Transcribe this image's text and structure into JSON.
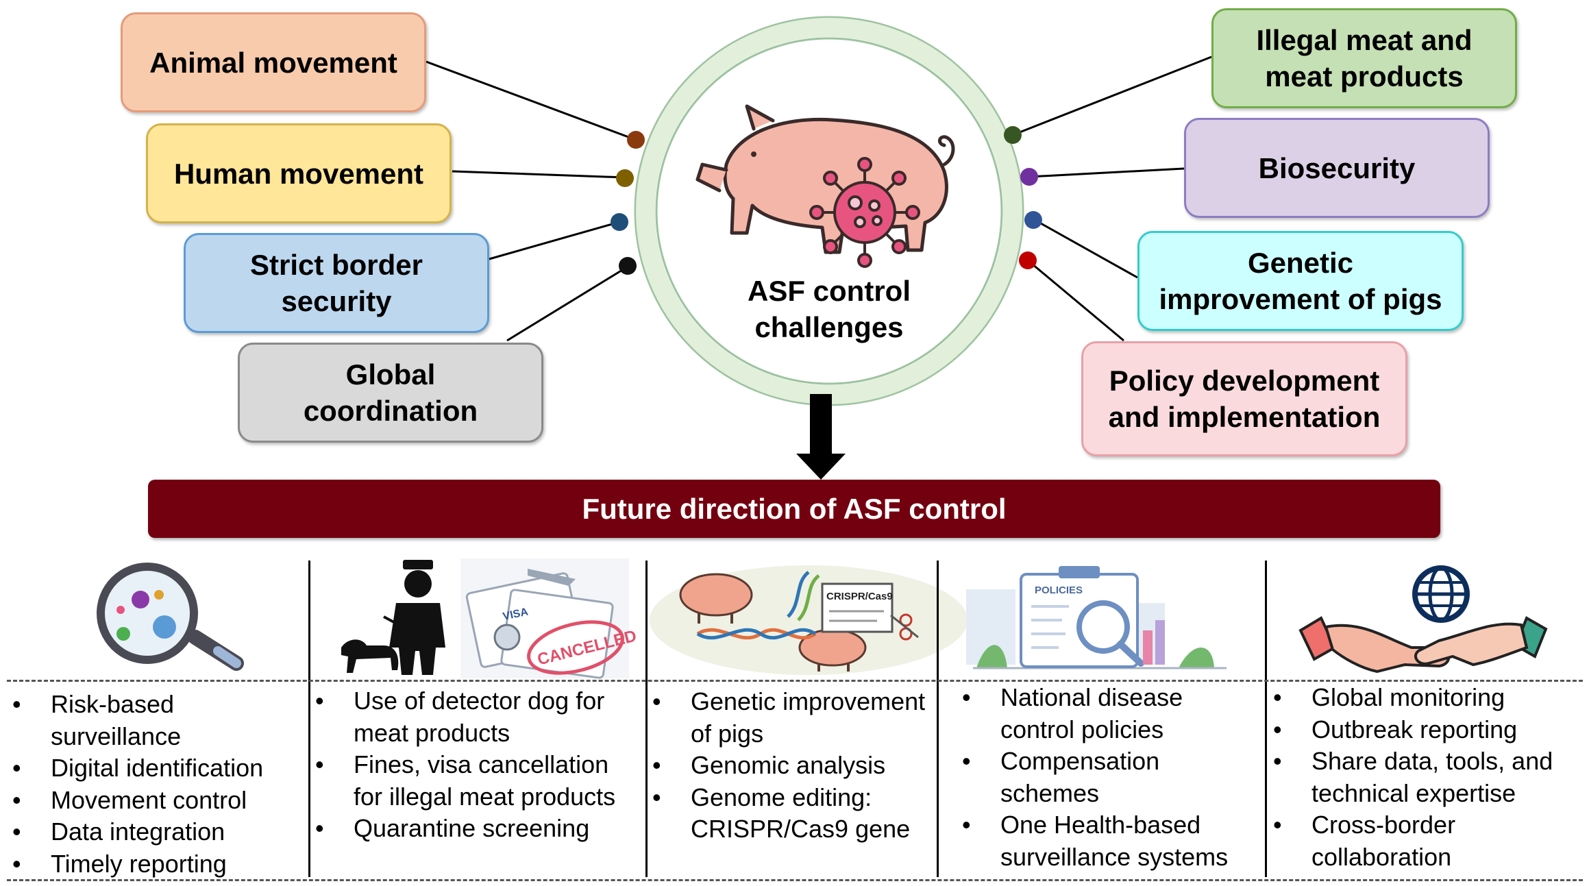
{
  "challenges_title": "ASF control challenges",
  "left_boxes": [
    {
      "id": "animal",
      "lines": [
        "Animal movement"
      ],
      "color": "#f8cbad",
      "border": "#e49b7a",
      "dot": "#8b3a0e"
    },
    {
      "id": "human",
      "lines": [
        "Human movement"
      ],
      "color": "#ffe699",
      "border": "#d4b24a",
      "dot": "#7f6000"
    },
    {
      "id": "border",
      "lines": [
        "Strict border",
        "security"
      ],
      "color": "#bdd7ee",
      "border": "#5b9bd5",
      "dot": "#1f4e79"
    },
    {
      "id": "global",
      "lines": [
        "Global",
        "coordination"
      ],
      "color": "#d9d9d9",
      "border": "#8a8a8a",
      "dot": "#111111"
    }
  ],
  "right_boxes": [
    {
      "id": "illegal",
      "lines": [
        "Illegal meat and",
        "meat products"
      ],
      "color": "#c5e0b4",
      "border": "#70ad47",
      "dot": "#375623"
    },
    {
      "id": "biosecurity",
      "lines": [
        "Biosecurity"
      ],
      "color": "#dcd0e6",
      "border": "#8e7cc3",
      "dot": "#7030a0"
    },
    {
      "id": "genetic",
      "lines": [
        "Genetic",
        "improvement of pigs"
      ],
      "color": "#ccffff",
      "border": "#33cccc",
      "dot": "#2f5597"
    },
    {
      "id": "policy",
      "lines": [
        "Policy development",
        "and implementation"
      ],
      "color": "#fadadd",
      "border": "#e8a0a8",
      "dot": "#c00000"
    }
  ],
  "banner_text": "Future direction of ASF control",
  "columns": [
    {
      "id": "surveillance",
      "items": [
        "Risk-based surveillance",
        "Digital identification",
        "Movement control",
        "Data integration",
        "Timely reporting"
      ]
    },
    {
      "id": "border-control",
      "items": [
        "Use of detector dog for meat products",
        "Fines, visa cancellation for illegal meat products",
        "Quarantine screening"
      ]
    },
    {
      "id": "genetics",
      "items": [
        "Genetic improvement  of pigs",
        "Genomic analysis",
        "Genome editing: CRISPR/Cas9 gene"
      ]
    },
    {
      "id": "policies",
      "items": [
        "National disease control policies",
        "Compensation schemes",
        "One Health-based surveillance systems"
      ]
    },
    {
      "id": "global",
      "items": [
        "Global monitoring",
        "Outbreak  reporting",
        "Share data, tools, and technical expertise",
        "Cross-border collaboration"
      ]
    }
  ],
  "icon_labels": {
    "visa": "VISA",
    "cancelled": "CANCELLED",
    "crispr": "CRISPR/Cas9",
    "policies": "POLICIES"
  },
  "colors": {
    "banner": "#73000f",
    "ring": "#e2efda",
    "virus": "#e75480",
    "pig": "#f4b6a8"
  }
}
